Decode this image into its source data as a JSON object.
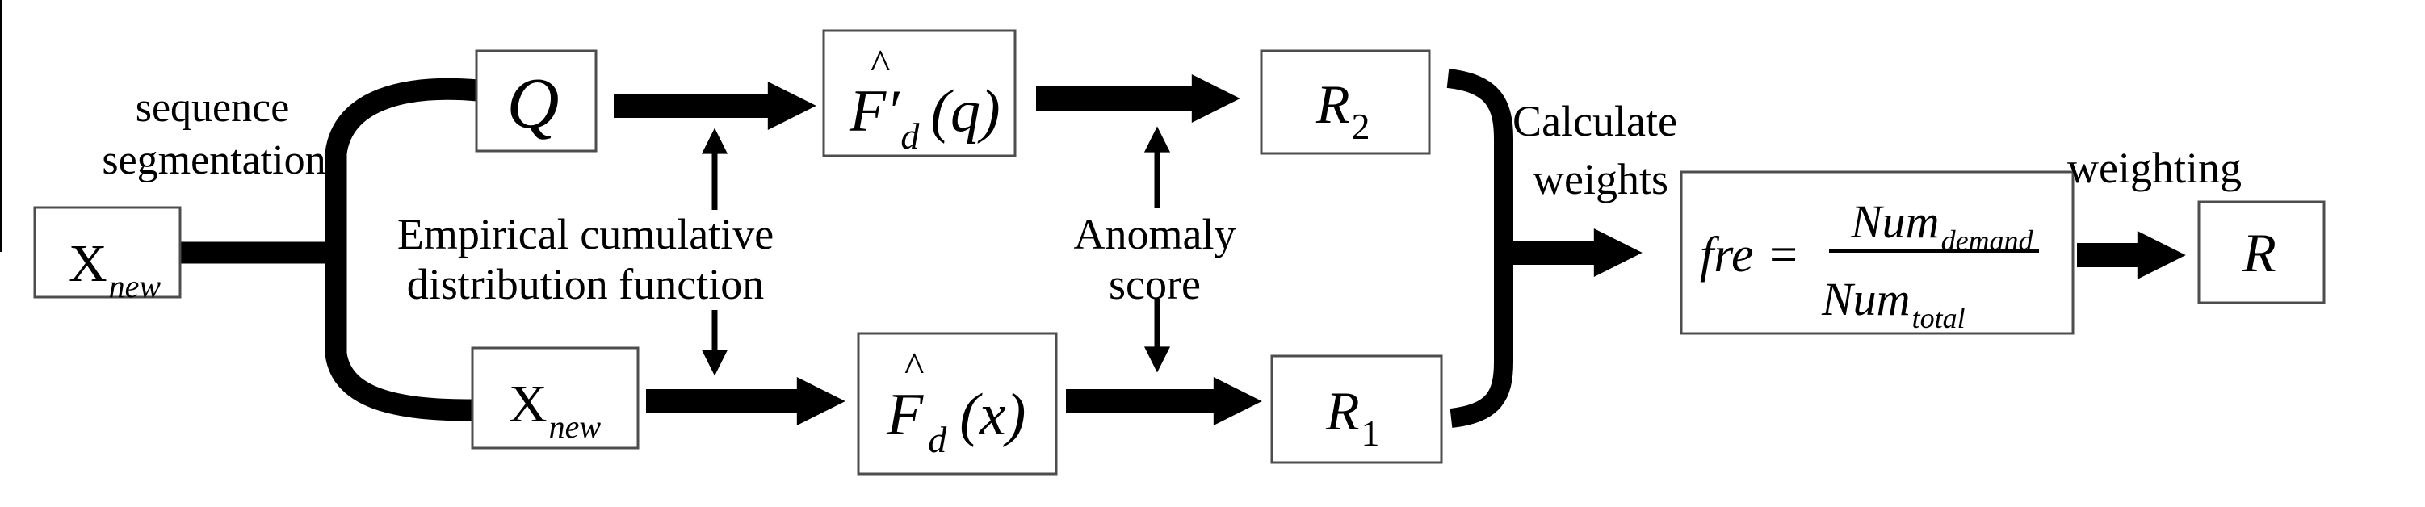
{
  "figure": {
    "kind": "flow-diagram",
    "background": "#ffffff",
    "ink_color": "#000000",
    "box_border_color": "#4d4d4d"
  },
  "nodes": {
    "xnew1": {
      "base": "X",
      "sub": "new"
    },
    "q": {
      "base": "Q"
    },
    "fpq": {
      "hat": "^",
      "base": "F′",
      "sub": "d",
      "arg": "(q)"
    },
    "xnew2": {
      "base": "X",
      "sub": "new"
    },
    "fdx": {
      "hat": "^",
      "base": "F",
      "sub": "d",
      "arg": "(x)"
    },
    "r2": {
      "base": "R",
      "sub": "2"
    },
    "r1": {
      "base": "R",
      "sub": "1"
    },
    "formula": {
      "lhs": "fre =",
      "numerator_base": "Num",
      "numerator_sub": "demand",
      "denominator_base": "Num",
      "denominator_sub": "total"
    },
    "r": {
      "base": "R"
    }
  },
  "labels": {
    "sequence_segmentation": {
      "line1": "sequence",
      "line2": "segmentation"
    },
    "ecdf": {
      "line1": "Empirical cumulative",
      "line2": "distribution function"
    },
    "anomaly_score": {
      "line1": "Anomaly",
      "line2": "score"
    },
    "calculate_weights": {
      "line1": "Calculate",
      "line2": "weights"
    },
    "weighting": "weighting"
  }
}
